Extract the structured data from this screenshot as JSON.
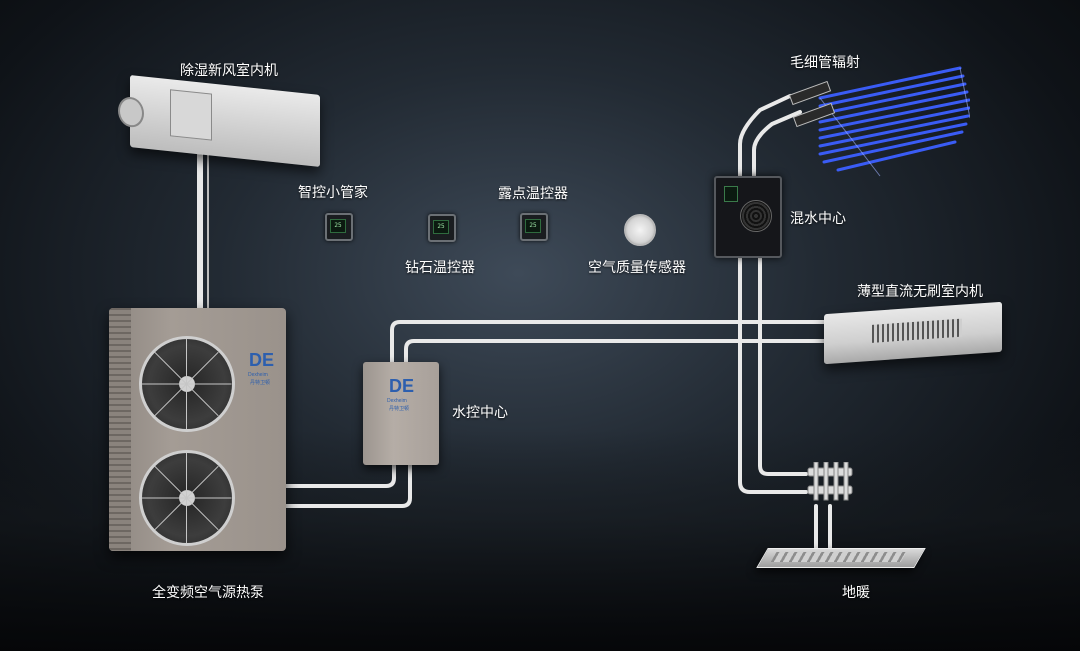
{
  "labels": {
    "fresh_air_unit": "除湿新风室内机",
    "smart_butler": "智控小管家",
    "dew_point_thermostat": "露点温控器",
    "diamond_thermostat": "钻石温控器",
    "air_quality_sensor": "空气质量传感器",
    "capillary_radiation": "毛细管辐射",
    "mixing_center": "混水中心",
    "slim_indoor_unit": "薄型直流无刷室内机",
    "water_control_center": "水控中心",
    "heat_pump": "全变频空气源热泵",
    "floor_heating": "地暖"
  },
  "brand": {
    "mark": "DE",
    "name": "Dexheim",
    "chinese": "丹特卫顿"
  },
  "thermostat_display": "25",
  "colors": {
    "pipe": "#e9e9e9",
    "capillary": "#3a5cf5",
    "brand_blue": "#2d5fae"
  }
}
